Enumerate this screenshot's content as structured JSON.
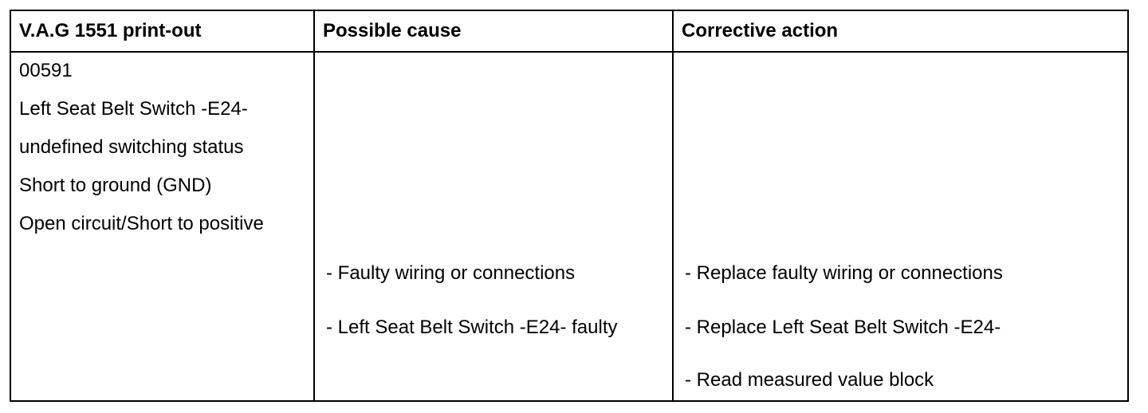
{
  "headers": {
    "printout": "V.A.G 1551 print-out",
    "cause": "Possible cause",
    "action": "Corrective action"
  },
  "printout_lines": [
    "00591",
    "Left Seat Belt Switch -E24-",
    "undefined switching status",
    "Short to ground (GND)",
    "Open circuit/Short to positive"
  ],
  "causes": [
    "- Faulty wiring or connections",
    "- Left Seat Belt Switch -E24- faulty"
  ],
  "actions": [
    "- Replace faulty wiring or connections",
    "- Replace Left Seat Belt Switch -E24-",
    "- Read measured value block"
  ]
}
